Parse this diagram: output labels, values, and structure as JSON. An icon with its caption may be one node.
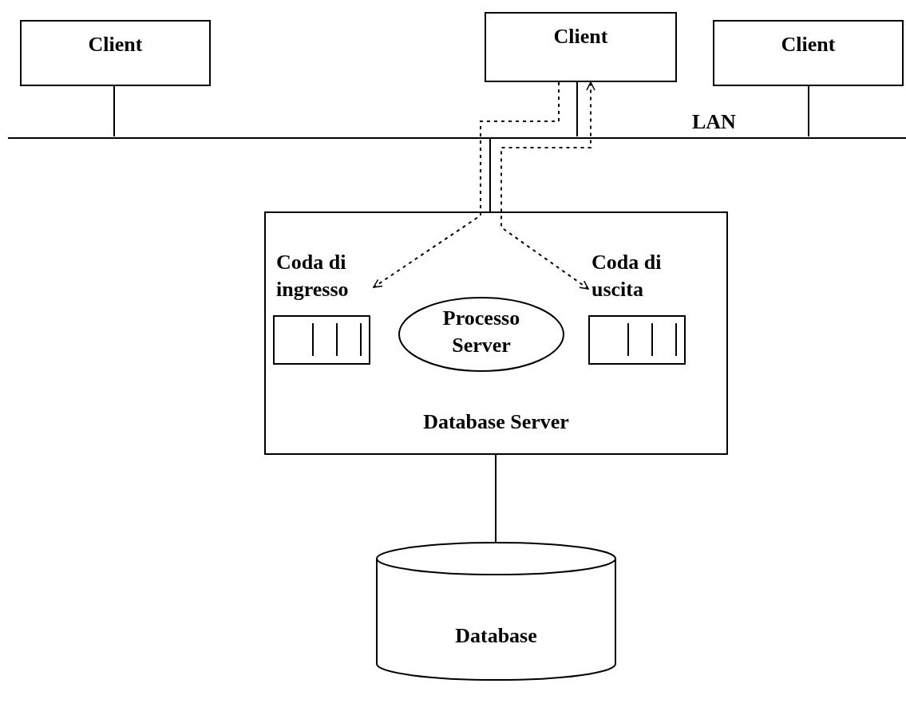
{
  "diagram": {
    "nodes": [
      {
        "text": [
          "Client"
        ]
      },
      {
        "text": [
          "Client"
        ]
      },
      {
        "text": [
          "Client"
        ]
      },
      {
        "text": [
          "LAN"
        ]
      },
      {
        "text": [
          "Database Server"
        ]
      },
      {
        "text": [
          "Coda di ingresso"
        ],
        "in": 4
      },
      {
        "text": [
          "Processo Server"
        ],
        "in": 4
      },
      {
        "text": [
          "Coda di uscita"
        ],
        "in": 4
      },
      {
        "text": [
          "Database"
        ]
      }
    ],
    "edges": [
      {
        "from": 0,
        "to": 3,
        "arrow": "none"
      },
      {
        "from": 1,
        "to": 3,
        "arrow": "none"
      },
      {
        "from": 2,
        "to": 3,
        "arrow": "none"
      },
      {
        "from": 3,
        "to": 4,
        "arrow": "none"
      },
      {
        "from": 1,
        "to": 5,
        "arrow": "to",
        "style": "dashed"
      },
      {
        "from": 7,
        "to": 1,
        "arrow": "both",
        "style": "dashed"
      },
      {
        "from": 4,
        "to": 8,
        "arrow": "none"
      }
    ]
  }
}
